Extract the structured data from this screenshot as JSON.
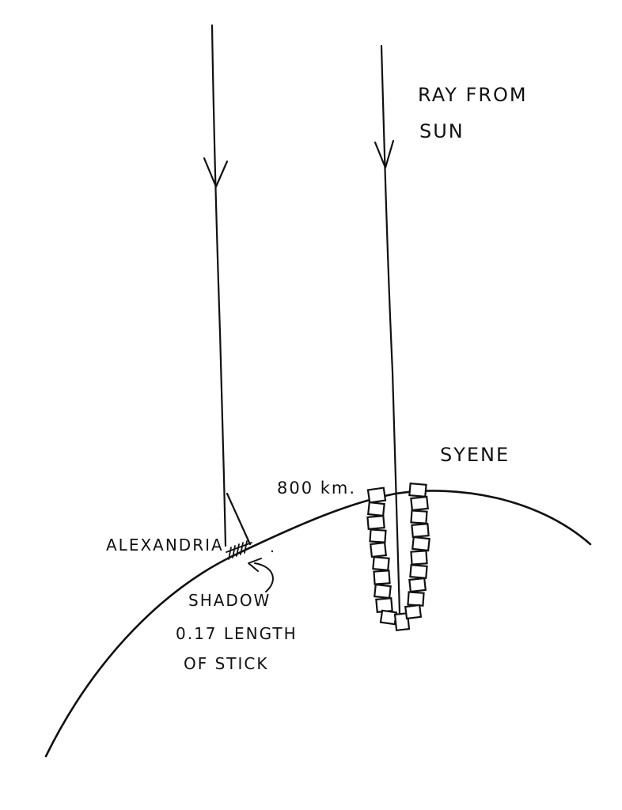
{
  "labels": {
    "ray": [
      "RAY FROM",
      "SUN"
    ],
    "syene": "SYENE",
    "distance": "800 km.",
    "alexandria": "ALEXANDRIA",
    "shadow": [
      "SHADOW",
      "0.17 LENGTH",
      "OF STICK"
    ]
  },
  "colors": {
    "ink": "#111111",
    "paper": "#ffffff"
  }
}
